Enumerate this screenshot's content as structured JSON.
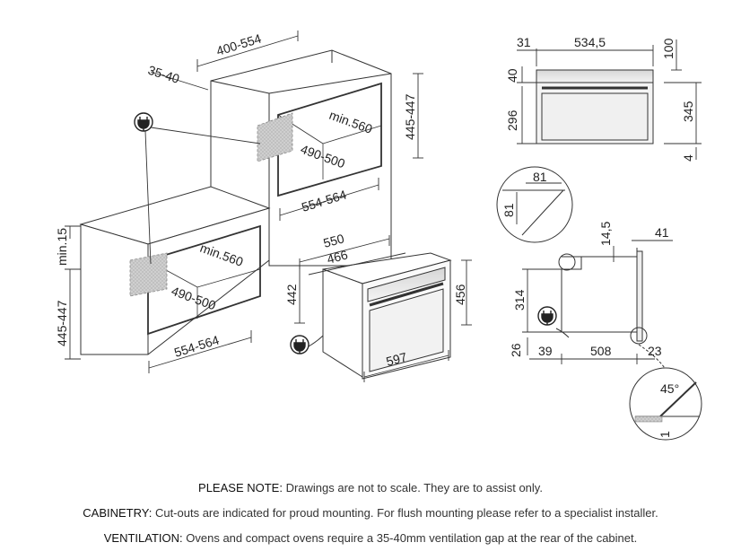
{
  "dimensions": {
    "cabinet_upper": {
      "rear_depth": "400-554",
      "ventilation_gap": "35-40",
      "cutout_height": "445-447",
      "inner_depth": "min.560",
      "cutout_depth": "490-500",
      "cutout_width": "554-564"
    },
    "cabinet_lower": {
      "top_gap": "min.15",
      "cutout_height": "445-447",
      "inner_depth": "min.560",
      "cutout_depth": "490-500",
      "cutout_width": "554-564"
    },
    "oven_iso": {
      "body_depth": "550",
      "inner_depth": "466",
      "body_height": "442",
      "front_height": "456",
      "front_width": "597"
    },
    "front_view": {
      "side_offset": "31",
      "body_width": "534,5",
      "top_strip": "100",
      "door_top": "40",
      "body_height": "296",
      "total_height": "345",
      "bottom_gap": "4"
    },
    "side_view": {
      "detail_w": "81",
      "detail_h": "81",
      "top_gap": "14,5",
      "front_thickness": "41",
      "body_height": "314",
      "bottom_gap": "26",
      "rear_offset": "39",
      "body_depth": "508",
      "front_offset": "23",
      "angle": "45°",
      "step": "1"
    }
  },
  "notes": [
    {
      "label": "PLEASE NOTE:",
      "text": " Drawings are not to scale. They are to assist only."
    },
    {
      "label": "CABINETRY:",
      "text": " Cut-outs are indicated for proud mounting. For flush mounting please refer to a specialist installer."
    },
    {
      "label": "VENTILATION:",
      "text": " Ovens and compact ovens require a 35-40mm ventilation gap at the rear of the cabinet."
    }
  ]
}
